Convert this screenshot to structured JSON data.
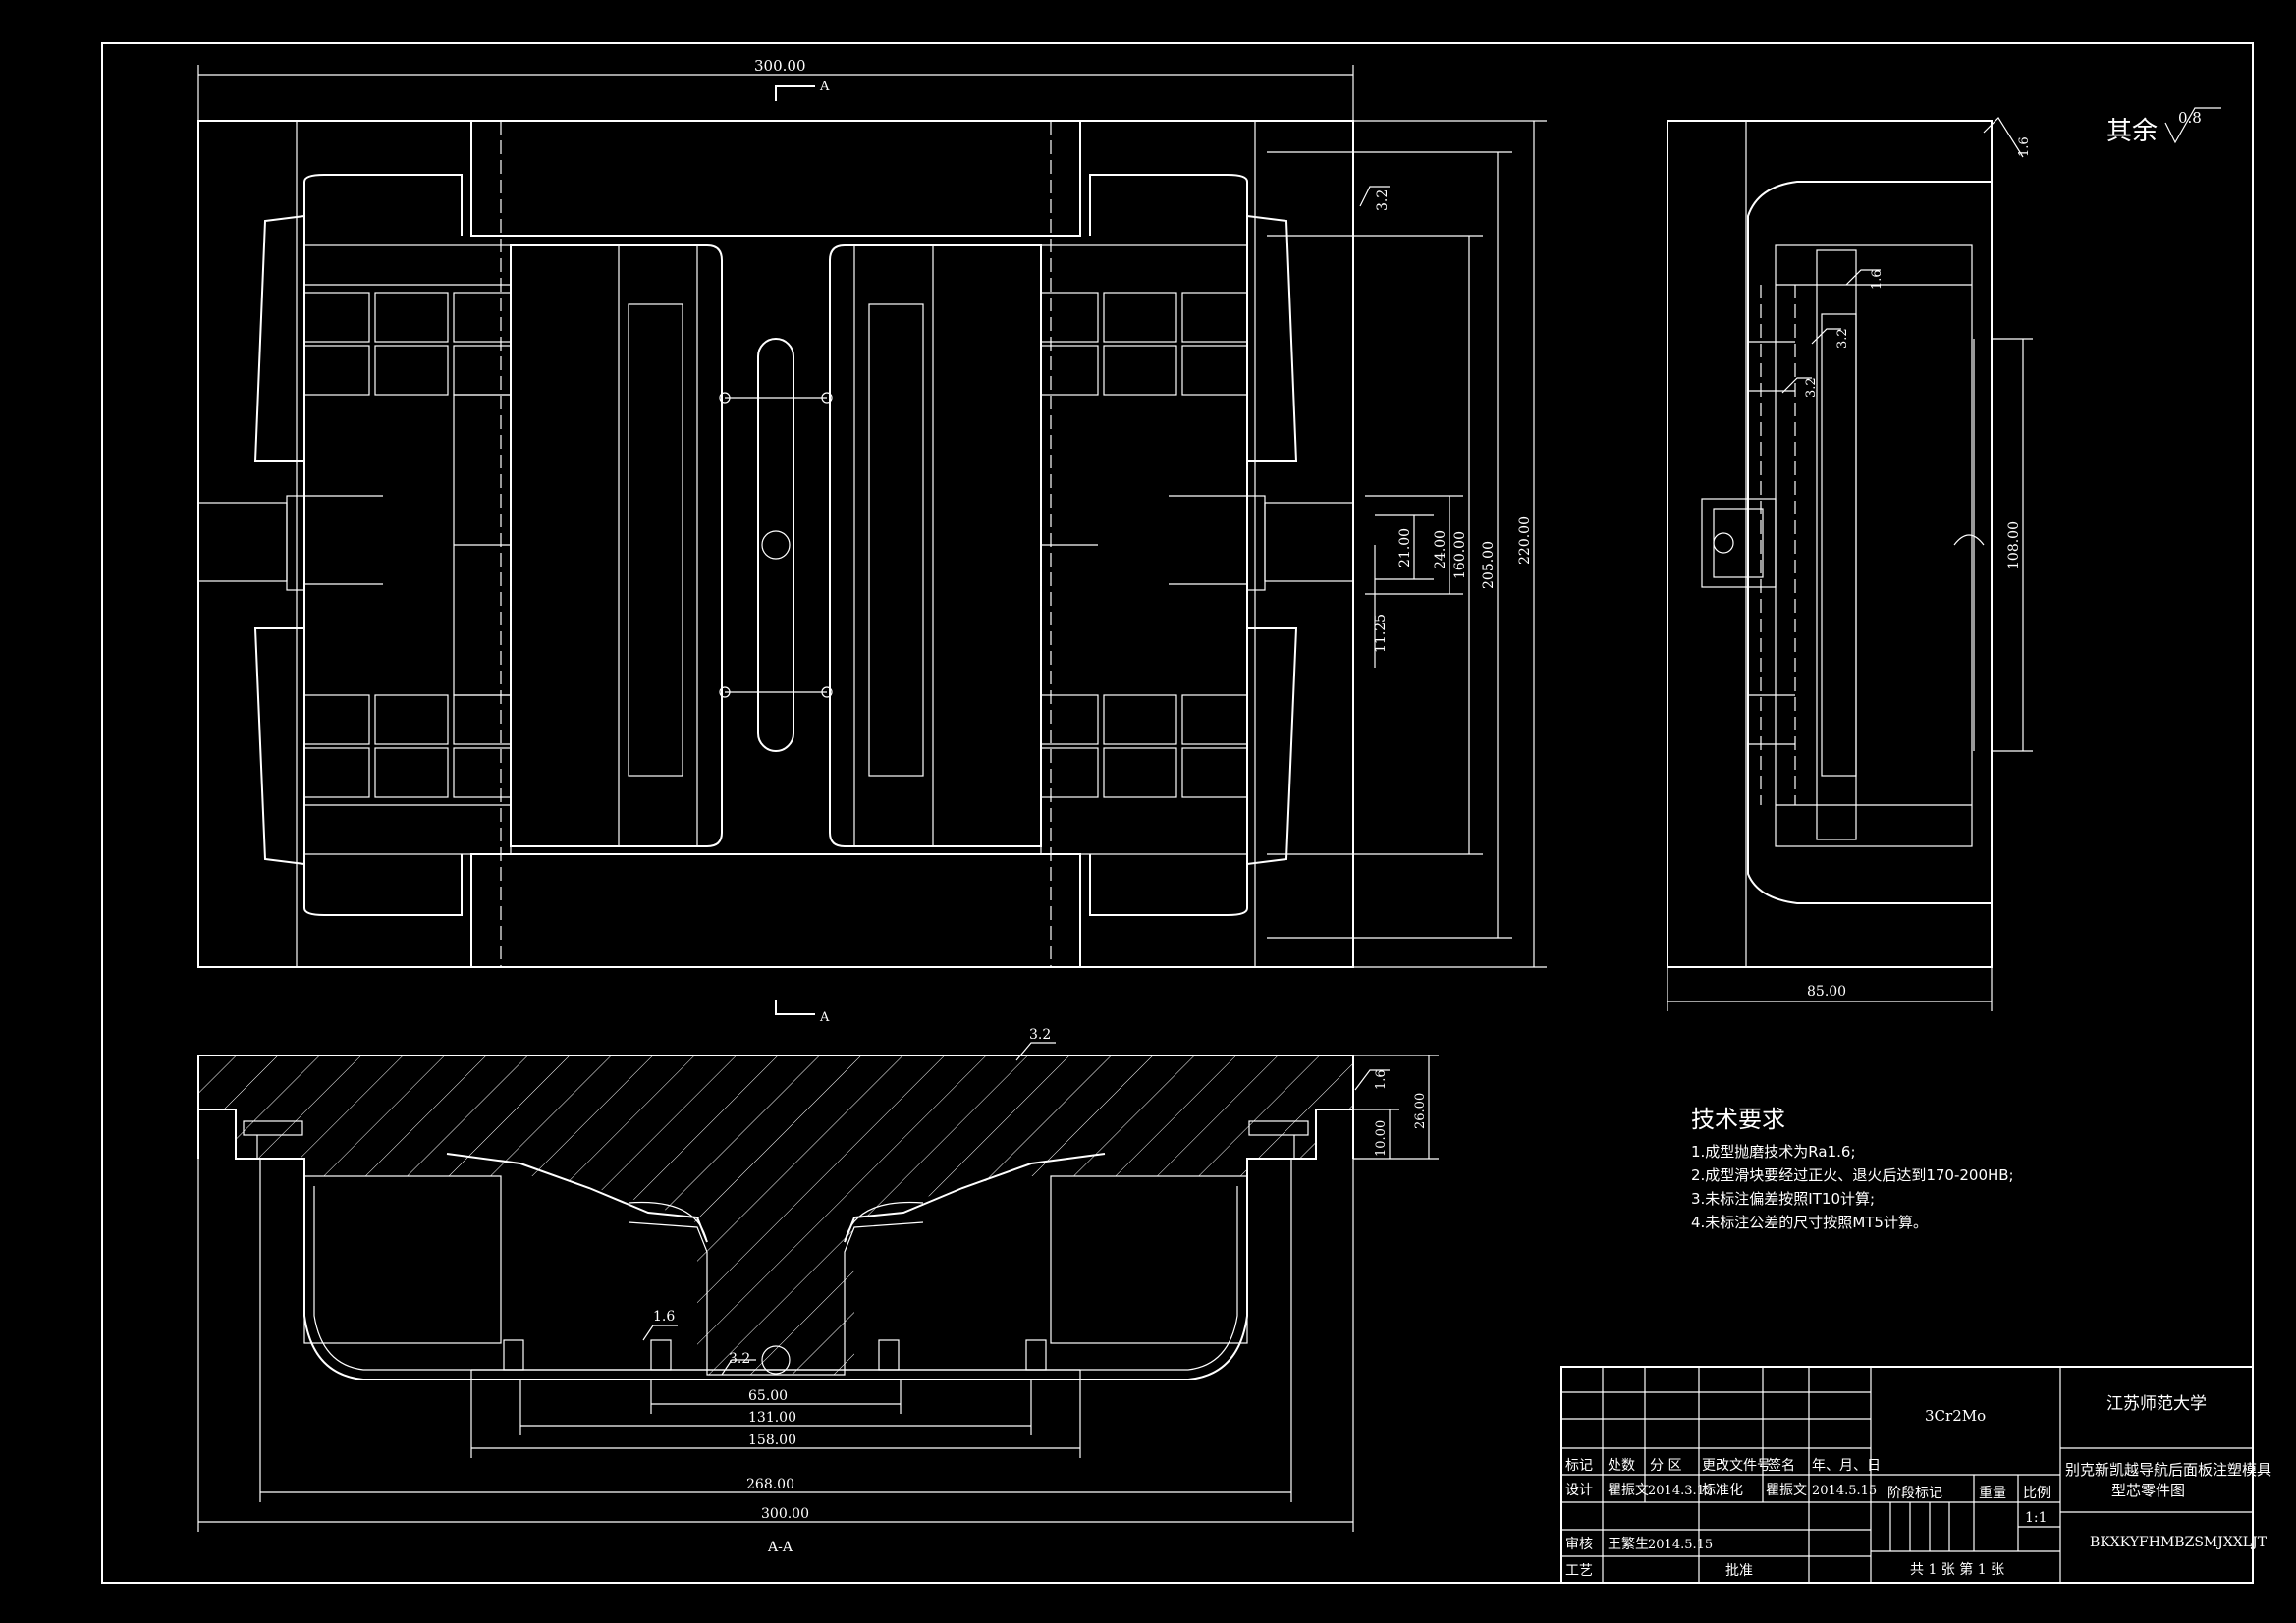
{
  "dimensions": {
    "top_width": "300.00",
    "right_220": "220.00",
    "right_205": "205.00",
    "right_160": "160.00",
    "right_24": "24.00",
    "right_21": "21.00",
    "right_11": "11.25",
    "side_85": "85.00",
    "side_108": "108.00",
    "sec_65": "65.00",
    "sec_131": "131.00",
    "sec_158": "158.00",
    "sec_268": "268.00",
    "sec_300": "300.00",
    "sec_26": "26.00",
    "sec_10": "10.00"
  },
  "roughness": {
    "r32_top": "3.2",
    "r16_side": "1.6",
    "r16_side2": "1.6",
    "r32_side_a": "3.2",
    "r32_side_b": "3.2",
    "r32_sec": "3.2",
    "r16_sec_right": "1.6",
    "r16_sec_bottom": "1.6",
    "r32_sec_bottom": "3.2",
    "general_label": "其余",
    "general_value": "0.8"
  },
  "section": {
    "mark_a": "A",
    "mark_a2": "A",
    "caption": "A-A"
  },
  "tech": {
    "title": "技术要求",
    "items": [
      "1.成型抛磨技术为Ra1.6;",
      "2.成型滑块要经过正火、退火后达到170-200HB;",
      "3.未标注偏差按照IT10计算;",
      "4.未标注公差的尺寸按照MT5计算。"
    ]
  },
  "title_block": {
    "material": "3Cr2Mo",
    "school": "江苏师范大学",
    "part_name_line1": "别克新凯越导航后面板注塑模具",
    "part_name_line2": "型芯零件图",
    "drawing_no": "BKXKYFHMBZSMJXXLJT",
    "h_mark": "标记",
    "h_count": "处数",
    "h_zone": "分 区",
    "h_docno": "更改文件号",
    "h_sign": "签名",
    "h_date": "年、月、日",
    "design": "设计",
    "designer": "瞿振文",
    "design_date": "2014.3.15",
    "standard": "标准化",
    "standard_name": "瞿振文",
    "standard_date": "2014.5.15",
    "stage": "阶段标记",
    "weight": "重量",
    "scale_label": "比例",
    "scale": "1:1",
    "review": "审核",
    "reviewer": "王繁生",
    "review_date": "2014.5.15",
    "process": "工艺",
    "approve": "批准",
    "sheets": "共 1 张 第 1 张"
  }
}
